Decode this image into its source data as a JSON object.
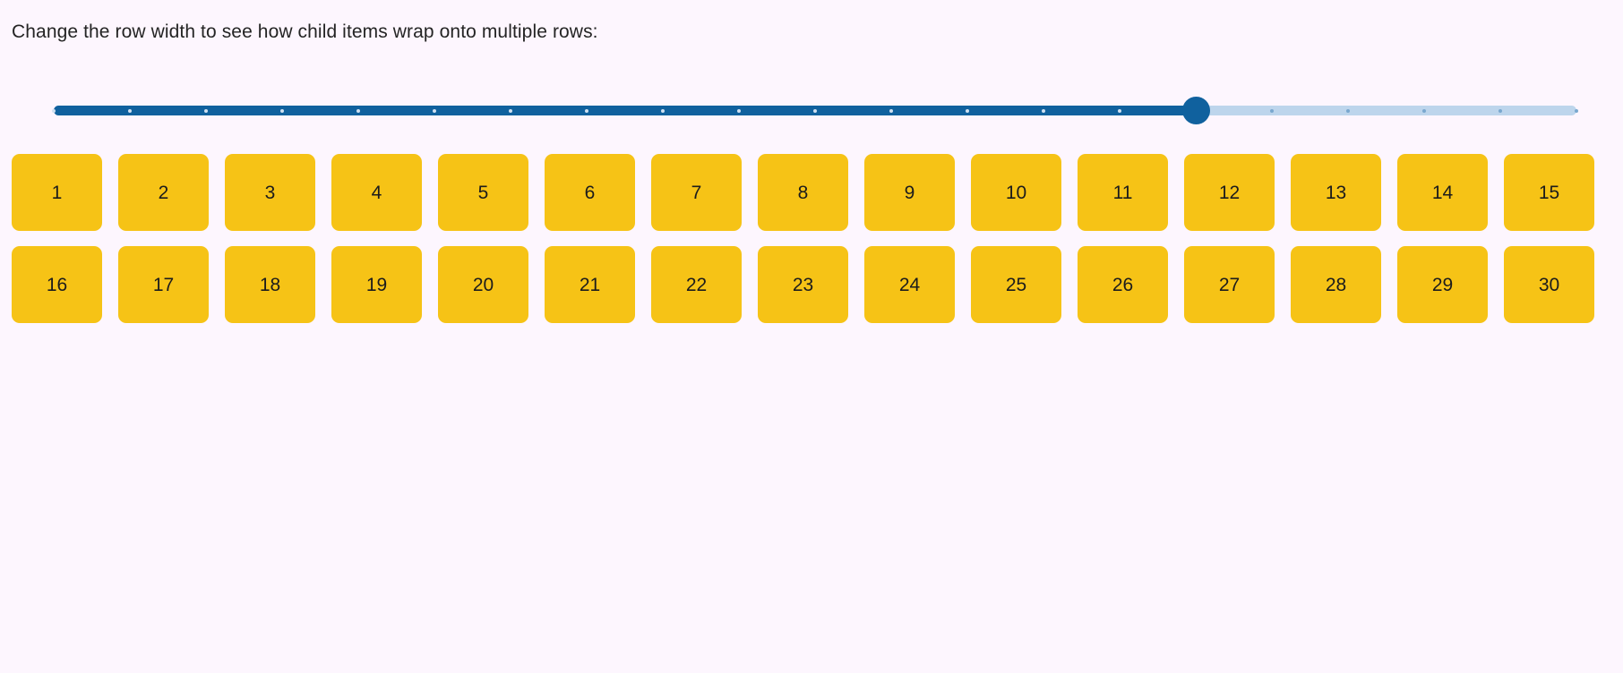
{
  "page": {
    "background_color": "#fdf6fe",
    "instruction": "Change the row width to see how child items wrap onto multiple rows:"
  },
  "slider": {
    "name": "row-width-slider",
    "orientation": "horizontal",
    "min": 0,
    "max": 20,
    "step": 1,
    "value": 15,
    "fill_percent": 75,
    "tick_count": 21,
    "show_ticks": true,
    "track_color": "#10619e",
    "rail_color": "#bdd5ec",
    "thumb_color": "#10619e",
    "tick_color": "#cfe0f1",
    "rail_tick_color": "#7aa8cf"
  },
  "items": {
    "columns_per_row": 15,
    "total": 30,
    "tile_color": "#f6c316",
    "tile_text_color": "#1c1c1c",
    "labels": [
      "1",
      "2",
      "3",
      "4",
      "5",
      "6",
      "7",
      "8",
      "9",
      "10",
      "11",
      "12",
      "13",
      "14",
      "15",
      "16",
      "17",
      "18",
      "19",
      "20",
      "21",
      "22",
      "23",
      "24",
      "25",
      "26",
      "27",
      "28",
      "29",
      "30"
    ]
  }
}
